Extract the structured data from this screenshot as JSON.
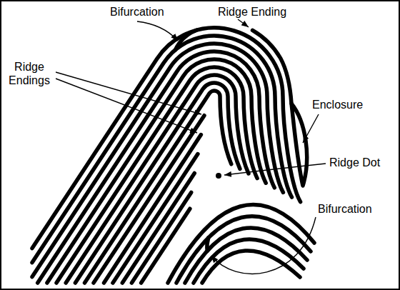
{
  "diagram": {
    "labels": [
      "Bifurcation",
      "Ridge Ending",
      "Ridge Endings",
      "Enclosure",
      "Ridge Dot",
      "Bifurcation"
    ]
  }
}
